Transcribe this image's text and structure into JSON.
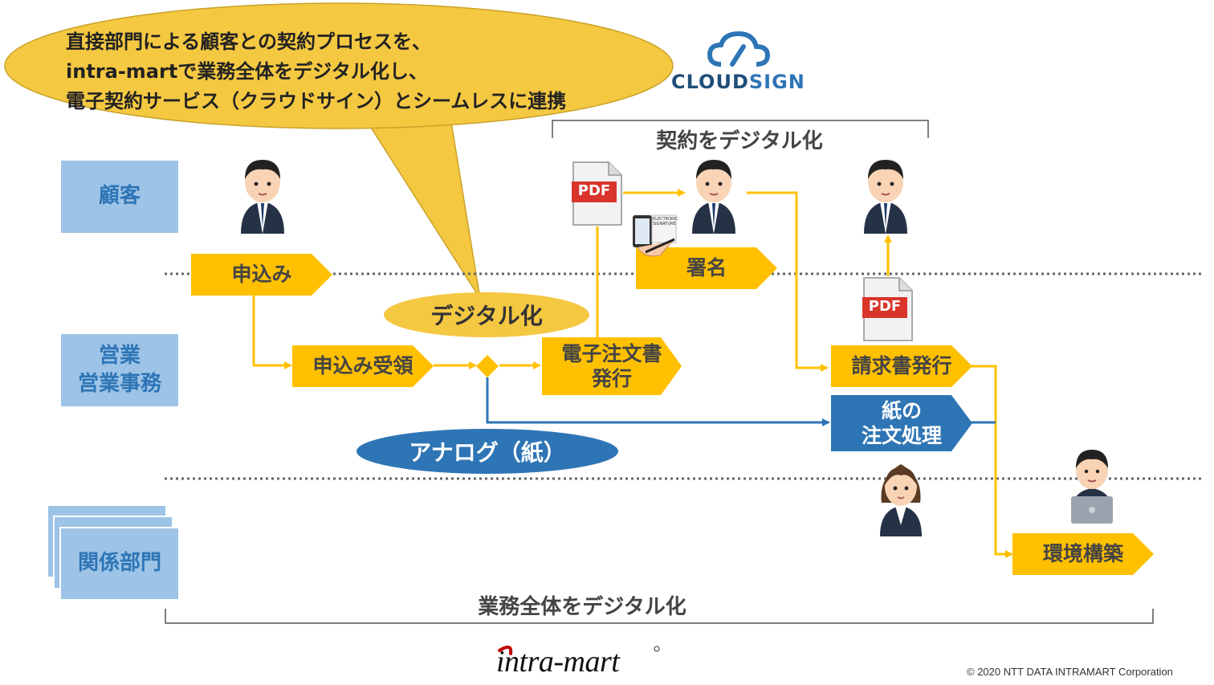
{
  "speech_bubble": {
    "line1": "直接部門による顧客との契約プロセスを、",
    "line2_brand": "intra-mart",
    "line2_rest": "で業務全体をデジタル化し、",
    "line3": "電子契約サービス（クラウドサイン）とシームレスに連携"
  },
  "cloudsign": {
    "logo_a": "CLOUD",
    "logo_b": "SIGN"
  },
  "brace_top_label": "契約をデジタル化",
  "brace_bottom_label": "業務全体をデジタル化",
  "lanes": {
    "customer": "顧客",
    "sales": "営業\n営業事務",
    "related": "関係部門"
  },
  "steps": {
    "application": "申込み",
    "receipt": "申込み受領",
    "e_order": "電子注文書\n発行",
    "signature": "署名",
    "invoice": "請求書発行",
    "paper_order": "紙の\n注文処理",
    "environment": "環境構築"
  },
  "digital_label": "デジタル化",
  "analog_label": "アナログ（紙）",
  "pdf_label": "PDF",
  "esign_image_text": "ELECTRONIC SIGNATURE",
  "intramart_logo": "intra-mart",
  "copyright": "© 2020 NTT DATA INTRAMART Corporation",
  "colors": {
    "yellow": "#ffc000",
    "blue": "#2e75b6",
    "lane": "#9dc3e6",
    "bubble": "#f5c842",
    "pdf_red": "#d9352b"
  },
  "icons": [
    "businessman-icon",
    "businesswoman-icon",
    "laptop-worker-icon",
    "pdf-document-icon",
    "cloud-icon",
    "tablet-signing-icon"
  ]
}
